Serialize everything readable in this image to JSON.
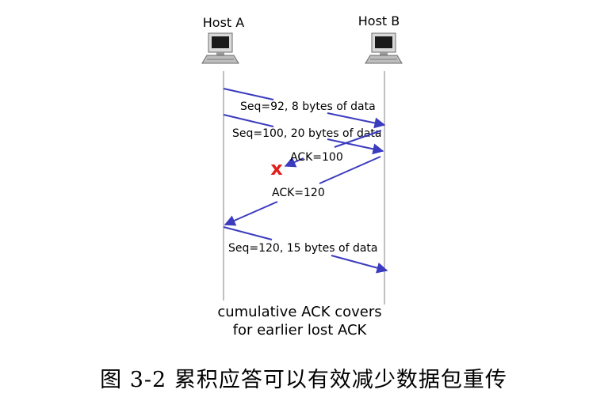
{
  "hosts": {
    "a": {
      "label": "Host A"
    },
    "b": {
      "label": "Host B"
    }
  },
  "messages": {
    "seq92": "Seq=92, 8 bytes of data",
    "seq100": "Seq=100, 20 bytes of data",
    "ack100": "ACK=100",
    "ack120": "ACK=120",
    "seq120": "Seq=120,  15 bytes of data"
  },
  "loss_marker": "x",
  "note": {
    "line1": "cumulative ACK covers",
    "line2": "for earlier lost ACK"
  },
  "caption": "图 3-2 累积应答可以有效减少数据包重传",
  "colors": {
    "message_arrow": "#3b3bbf",
    "loss_marker": "#e0201b",
    "timeline": "#808080"
  }
}
